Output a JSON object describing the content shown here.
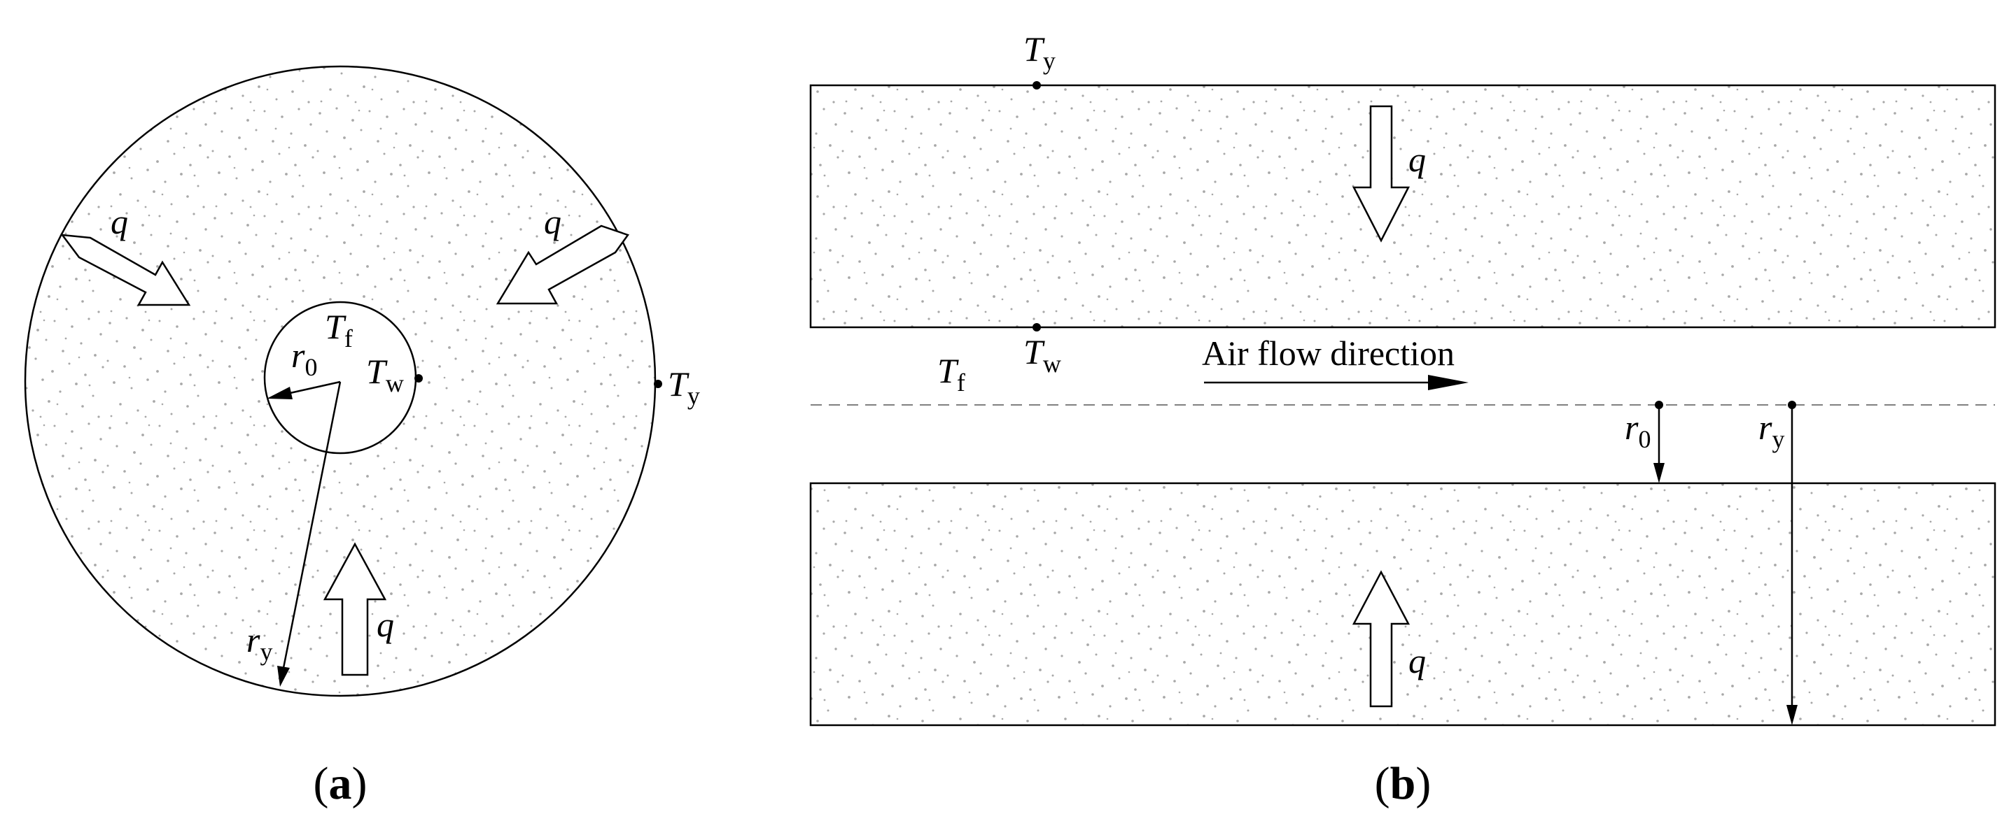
{
  "panel_a": {
    "caption_open": "(",
    "caption_letter": "a",
    "caption_close": ")",
    "labels": {
      "q": "q",
      "T": "T",
      "r": "r",
      "sub_f": "f",
      "sub_w": "w",
      "sub_y": "y",
      "sub_0": "0"
    }
  },
  "panel_b": {
    "caption_open": "(",
    "caption_letter": "b",
    "caption_close": ")",
    "airflow_label": "Air flow direction",
    "labels": {
      "q": "q",
      "T": "T",
      "r": "r",
      "sub_f": "f",
      "sub_w": "w",
      "sub_y": "y",
      "sub_0": "0"
    }
  },
  "colors": {
    "line": "#000000",
    "speckle": "#a8a8a8",
    "dash": "#808080",
    "background": "#ffffff"
  }
}
